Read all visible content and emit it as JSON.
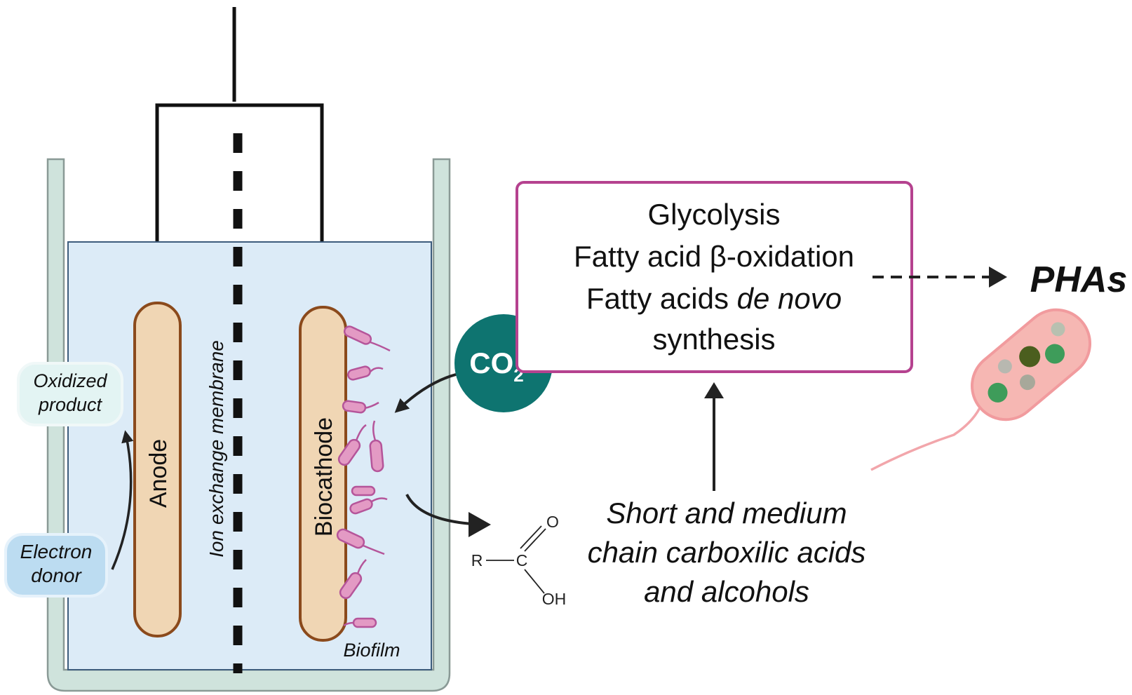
{
  "cell": {
    "anode_label": "Anode",
    "biocathode_label": "Biocathode",
    "membrane_label": "Ion exchange membrane",
    "biofilm_label": "Biofilm",
    "oxidized_product": [
      "Oxidized",
      "product"
    ],
    "electron_donor": [
      "Electron",
      "donor"
    ]
  },
  "co2": {
    "main": "CO",
    "sub": "2"
  },
  "pathway_box": {
    "line1": "Glycolysis",
    "line2": "Fatty acid β-oxidation",
    "line3_normal": "Fatty acids ",
    "line3_italic": "de novo",
    "line4": "synthesis"
  },
  "output": {
    "label": "PHAs"
  },
  "products": {
    "lines": [
      "Short and medium",
      "chain carboxilic acids",
      "and alcohols"
    ]
  },
  "molecule": {
    "r": "R",
    "c": "C",
    "o": "O",
    "oh": "OH"
  },
  "colors": {
    "tank_wall": "#cfe3dc",
    "tank_stroke": "#8a9a96",
    "electrolyte": "#dcebf7",
    "electrode_fill": "#f0d6b4",
    "electrode_stroke": "#8b4a1c",
    "co2_fill": "#0e7470",
    "box_stroke": "#b5428f",
    "bacteria_fill": "#e39ac4",
    "bacteria_stroke": "#b5559a",
    "pha_cell_fill": "#f6b7b3",
    "pha_granule": "#3e9c5a",
    "pha_granule_dark": "#4b5e1e"
  }
}
